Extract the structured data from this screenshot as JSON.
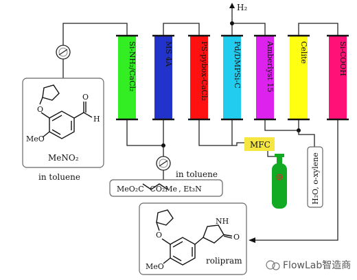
{
  "columns": [
    {
      "label": "Si-NH₂/CaCl₂",
      "color": "#33ee22"
    },
    {
      "label": "MS 4A",
      "color": "#2233cc"
    },
    {
      "label": "PS-pybox-CaCl₂",
      "color": "#ff1111"
    },
    {
      "label": "Pd/DMPSi-C",
      "color": "#22ccee"
    },
    {
      "label": "Amberlyst 15",
      "color": "#dd22ee"
    },
    {
      "label": "Celite",
      "color": "#ffff11"
    },
    {
      "label": "Si-COOH",
      "color": "#ff1177"
    }
  ],
  "gas_out": "H₂",
  "reagent_box_1": {
    "reagent": "MeNO₂",
    "atom_o": "O",
    "atom_meo": "MeO",
    "atom_h": "H"
  },
  "solvent_1": "in toluene",
  "solvent_2": "in toluene",
  "reagent_box_2": "MeO₂C    CO₂Me , Et₃N",
  "mfc": "MFC",
  "solvent_box": "H₂O, o-xylene",
  "product_box": {
    "name": "rolipram",
    "atom_o": "O",
    "atom_meo": "MeO",
    "atom_nh": "NH",
    "atom_o2": "O"
  },
  "watermark": "FlowLab智造商",
  "colors": {
    "line": "#222222",
    "cylinder": "#11aa22",
    "mfc": "#f5e642"
  }
}
